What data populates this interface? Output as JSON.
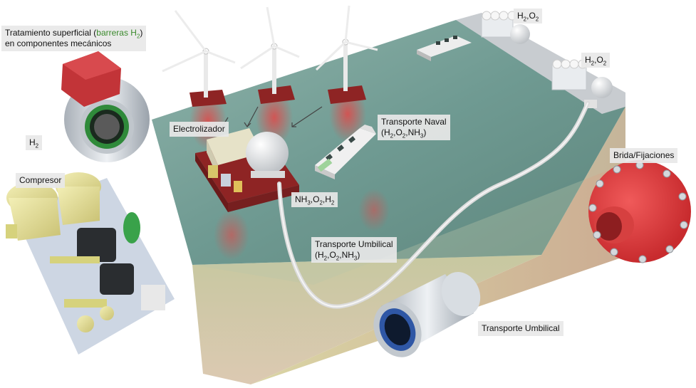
{
  "labels": {
    "surface_treatment_line1_a": "Tratamiento superficial (",
    "surface_treatment_line1_green": "barreras H",
    "surface_treatment_line1_green_sub": "2",
    "surface_treatment_line1_b": ")",
    "surface_treatment_line2": "en componentes mecánicos",
    "h2_prefix": "H",
    "h2_sub": "2",
    "compressor": "Compresor",
    "electrolyzer": "Electrolizador",
    "naval_title": "Transporte Naval",
    "naval_gases": [
      "H",
      "2",
      ",O",
      "2",
      ",NH",
      "3"
    ],
    "platform_gases": [
      "NH",
      "3",
      ",O",
      "2",
      ",H",
      "2"
    ],
    "umbilical_title": "Transporte Umbilical",
    "umbilical_gases": [
      "H",
      "2",
      ",O",
      "2",
      ",NH",
      "3"
    ],
    "umbilical_bottom": "Transporte Umbilical",
    "flange": "Brida/Fijaciones",
    "storage_top": [
      "H",
      "2",
      ",O",
      "2"
    ],
    "storage_mid": [
      "H",
      "2",
      ",O",
      "2"
    ]
  },
  "colors": {
    "sea_top": "#6f9a92",
    "sea_side": "#d9cf9a",
    "flange_red": "#d9383a",
    "tank_white": "#f2f2f2",
    "compressor_yellow": "#e8e29a",
    "pad_red": "#8e2424",
    "umbilical_steel": "#c9cfd6"
  }
}
